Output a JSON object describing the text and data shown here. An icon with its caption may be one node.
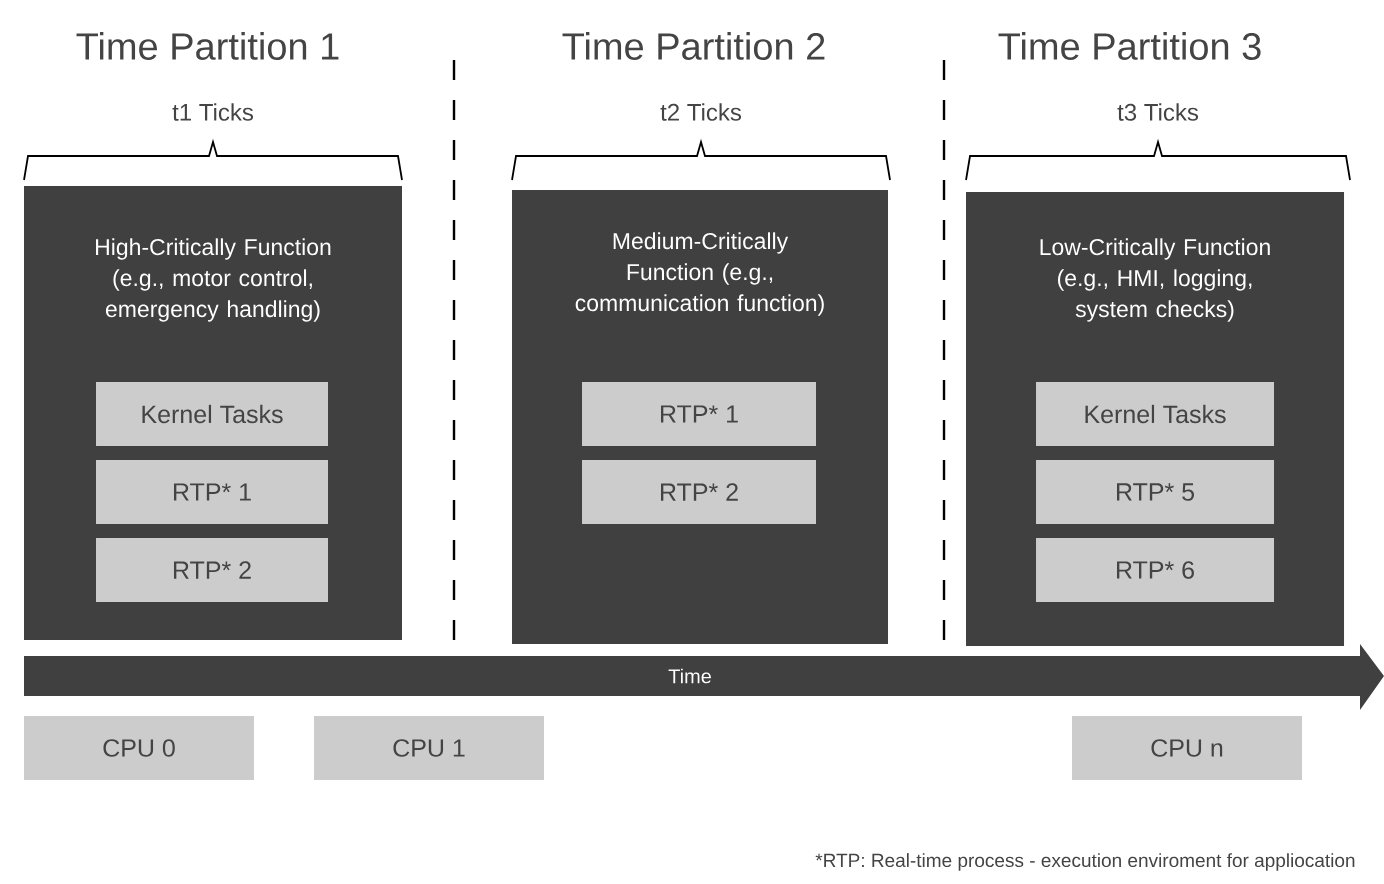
{
  "diagram": {
    "nodes": [
      {
        "text": [
          "High-Critically Function (e.g., motor control, emergency handling)"
        ]
      },
      {
        "text": [
          "Kernel Tasks"
        ],
        "in": 0
      },
      {
        "text": [
          "RTP* 1"
        ],
        "in": 0
      },
      {
        "text": [
          "RTP* 2"
        ],
        "in": 0
      },
      {
        "text": [
          "Medium-Critically Function (e.g., communication function)"
        ]
      },
      {
        "text": [
          "RTP* 1"
        ],
        "in": 4
      },
      {
        "text": [
          "RTP* 2"
        ],
        "in": 4
      },
      {
        "text": [
          "Low-Critically Function (e.g., HMI, logging, system checks)"
        ]
      },
      {
        "text": [
          "Kernel Tasks"
        ],
        "in": 7
      },
      {
        "text": [
          "RTP* 5"
        ],
        "in": 7
      },
      {
        "text": [
          "RTP* 6"
        ],
        "in": 7
      },
      {
        "text": [
          "Time"
        ]
      },
      {
        "text": [
          "CPU 0"
        ]
      },
      {
        "text": [
          "CPU 1"
        ]
      },
      {
        "text": [
          "CPU n"
        ]
      }
    ],
    "labels": [
      "Time Partition 1",
      "t1 Ticks",
      "Time Partition 2",
      "t2 Ticks",
      "Time Partition 3",
      "t3 Ticks",
      "*RTP: Real-time process - execution enviroment for appliocation"
    ]
  }
}
